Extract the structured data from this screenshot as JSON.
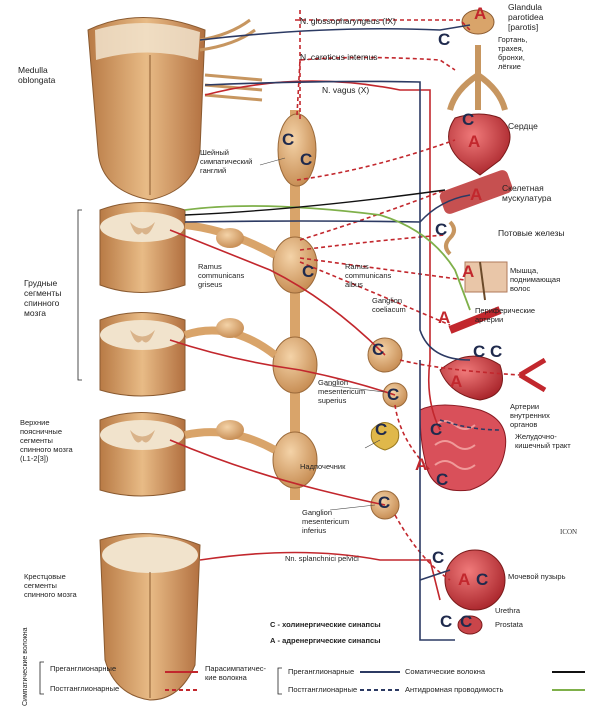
{
  "labels": {
    "medulla": "Medulla\noblongata",
    "glossopharyngeus": "N. glossopharyngeus (IX)",
    "caroticus": "N. caroticus internus",
    "vagus": "N. vagus (X)",
    "cervical_ganglion": "Шейный\nсимпатический\nганглий",
    "parotid": "Glandula\nparotidea\n[parotis]",
    "larynx": "Гортань,\nтрахея,\nбронхи,\nлёгкие",
    "heart": "Сердце",
    "skeletal": "Скелетная\nмускулатура",
    "sweat": "Потовые железы",
    "arrector": "Мышца,\nподнимающая\nволос",
    "peripheral_arteries": "Периферические\nартерии",
    "thoracic_segments": "Грудные\nсегменты\nспинного\nмозга",
    "ramus_griseus": "Ramus\ncommunicans\ngriseus",
    "ramus_albus": "Ramus\ncommunicans\nalbus",
    "ganglion_coeliacum": "Ganglion\ncoeliacum",
    "ganglion_mes_sup": "Ganglion\nmesentericum\nsuperius",
    "visceral_arteries": "Артерии\nвнутренних\nорганов",
    "gi_tract": "Желудочно-\nкишечный тракт",
    "lumbar_segments": "Верхние\nпоясничные\nсегменты\nспинного мозга\n(L1-2[3])",
    "adrenal": "Надпочечник",
    "ganglion_mes_inf": "Ganglion\nmesentericum\ninferius",
    "sacral_segments": "Крестцовые\nсегменты\nспинного мозга",
    "splanchnici": "Nn. splanchnici pelvici",
    "bladder": "Мочевой пузырь",
    "urethra": "Urethra",
    "prostata": "Prostata",
    "c_synapse": "С - холинергические синапсы",
    "a_synapse": "А - адренергические синапсы"
  },
  "legend": {
    "sympathetic": "Симпатические\nволокна",
    "pre_sym": "Преганглионарные",
    "post_sym": "Постганглионарные",
    "parasym": "Парасимпатичес-\nкие волокна",
    "pre_para": "Преганглионарные",
    "post_para": "Постганглионарные",
    "somatic": "Соматические волокна",
    "antidromic": "Антидромная проводимость"
  },
  "letters": {
    "c": "C",
    "a": "A"
  },
  "logo": "ICON",
  "colors": {
    "sympathetic": "#2c3a63",
    "parasympathetic": "#c2272d",
    "somatic": "#111111",
    "antidromic": "#7fb04a",
    "nerve_tissue": "#d9a46a",
    "organ_red": "#c9454a"
  }
}
